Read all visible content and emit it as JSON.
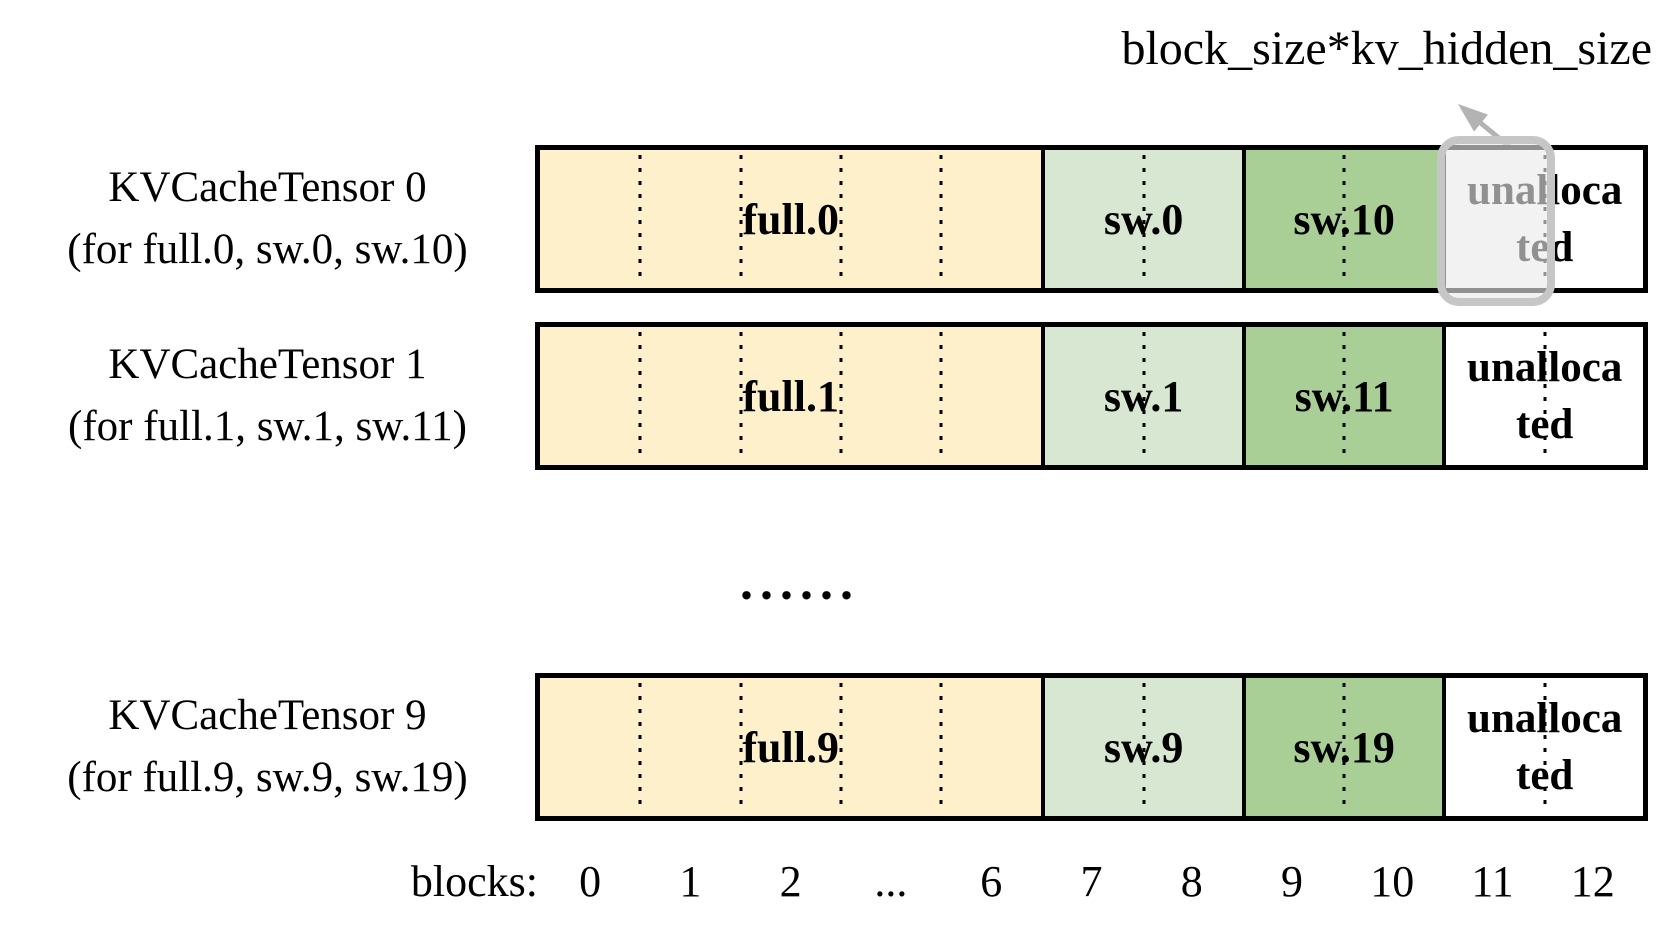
{
  "annotation": {
    "text": "block_size*kv_hidden_size"
  },
  "rows": [
    {
      "title": "KVCacheTensor 0",
      "subtitle": "(for full.0, sw.0, sw.10)",
      "highlighted": true,
      "segments": [
        {
          "name": "full",
          "label": "full.0"
        },
        {
          "name": "sw-light",
          "label": "sw.0"
        },
        {
          "name": "sw-dark",
          "label": "sw.10"
        },
        {
          "name": "unallocated",
          "label": "unallocated",
          "label_lines": [
            "unalloca",
            "ted"
          ]
        }
      ]
    },
    {
      "title": "KVCacheTensor 1",
      "subtitle": "(for full.1, sw.1, sw.11)",
      "highlighted": false,
      "segments": [
        {
          "name": "full",
          "label": "full.1"
        },
        {
          "name": "sw-light",
          "label": "sw.1"
        },
        {
          "name": "sw-dark",
          "label": "sw.11"
        },
        {
          "name": "unallocated",
          "label": "unallocated",
          "label_lines": [
            "unalloca",
            "ted"
          ]
        }
      ]
    },
    {
      "title": "KVCacheTensor 9",
      "subtitle": "(for full.9, sw.9, sw.19)",
      "highlighted": false,
      "segments": [
        {
          "name": "full",
          "label": "full.9"
        },
        {
          "name": "sw-light",
          "label": "sw.9"
        },
        {
          "name": "sw-dark",
          "label": "sw.19"
        },
        {
          "name": "unallocated",
          "label": "unallocated",
          "label_lines": [
            "unalloca",
            "ted"
          ]
        }
      ]
    }
  ],
  "ellipsis": "......",
  "axis": {
    "label": "blocks:",
    "ticks": [
      "0",
      "1",
      "2",
      "...",
      "6",
      "7",
      "8",
      "9",
      "10",
      "11",
      "12"
    ]
  },
  "colors": {
    "full_fill": "#FDF0CB",
    "sw_light_fill": "#D7E7D1",
    "sw_dark_fill": "#A9CE96",
    "unallocated_fill": "#FFFFFF",
    "border_color": "#000000",
    "highlight_border": "#C6C6C6",
    "arrow_color": "#B3B3B3",
    "text_color": "#000000"
  }
}
